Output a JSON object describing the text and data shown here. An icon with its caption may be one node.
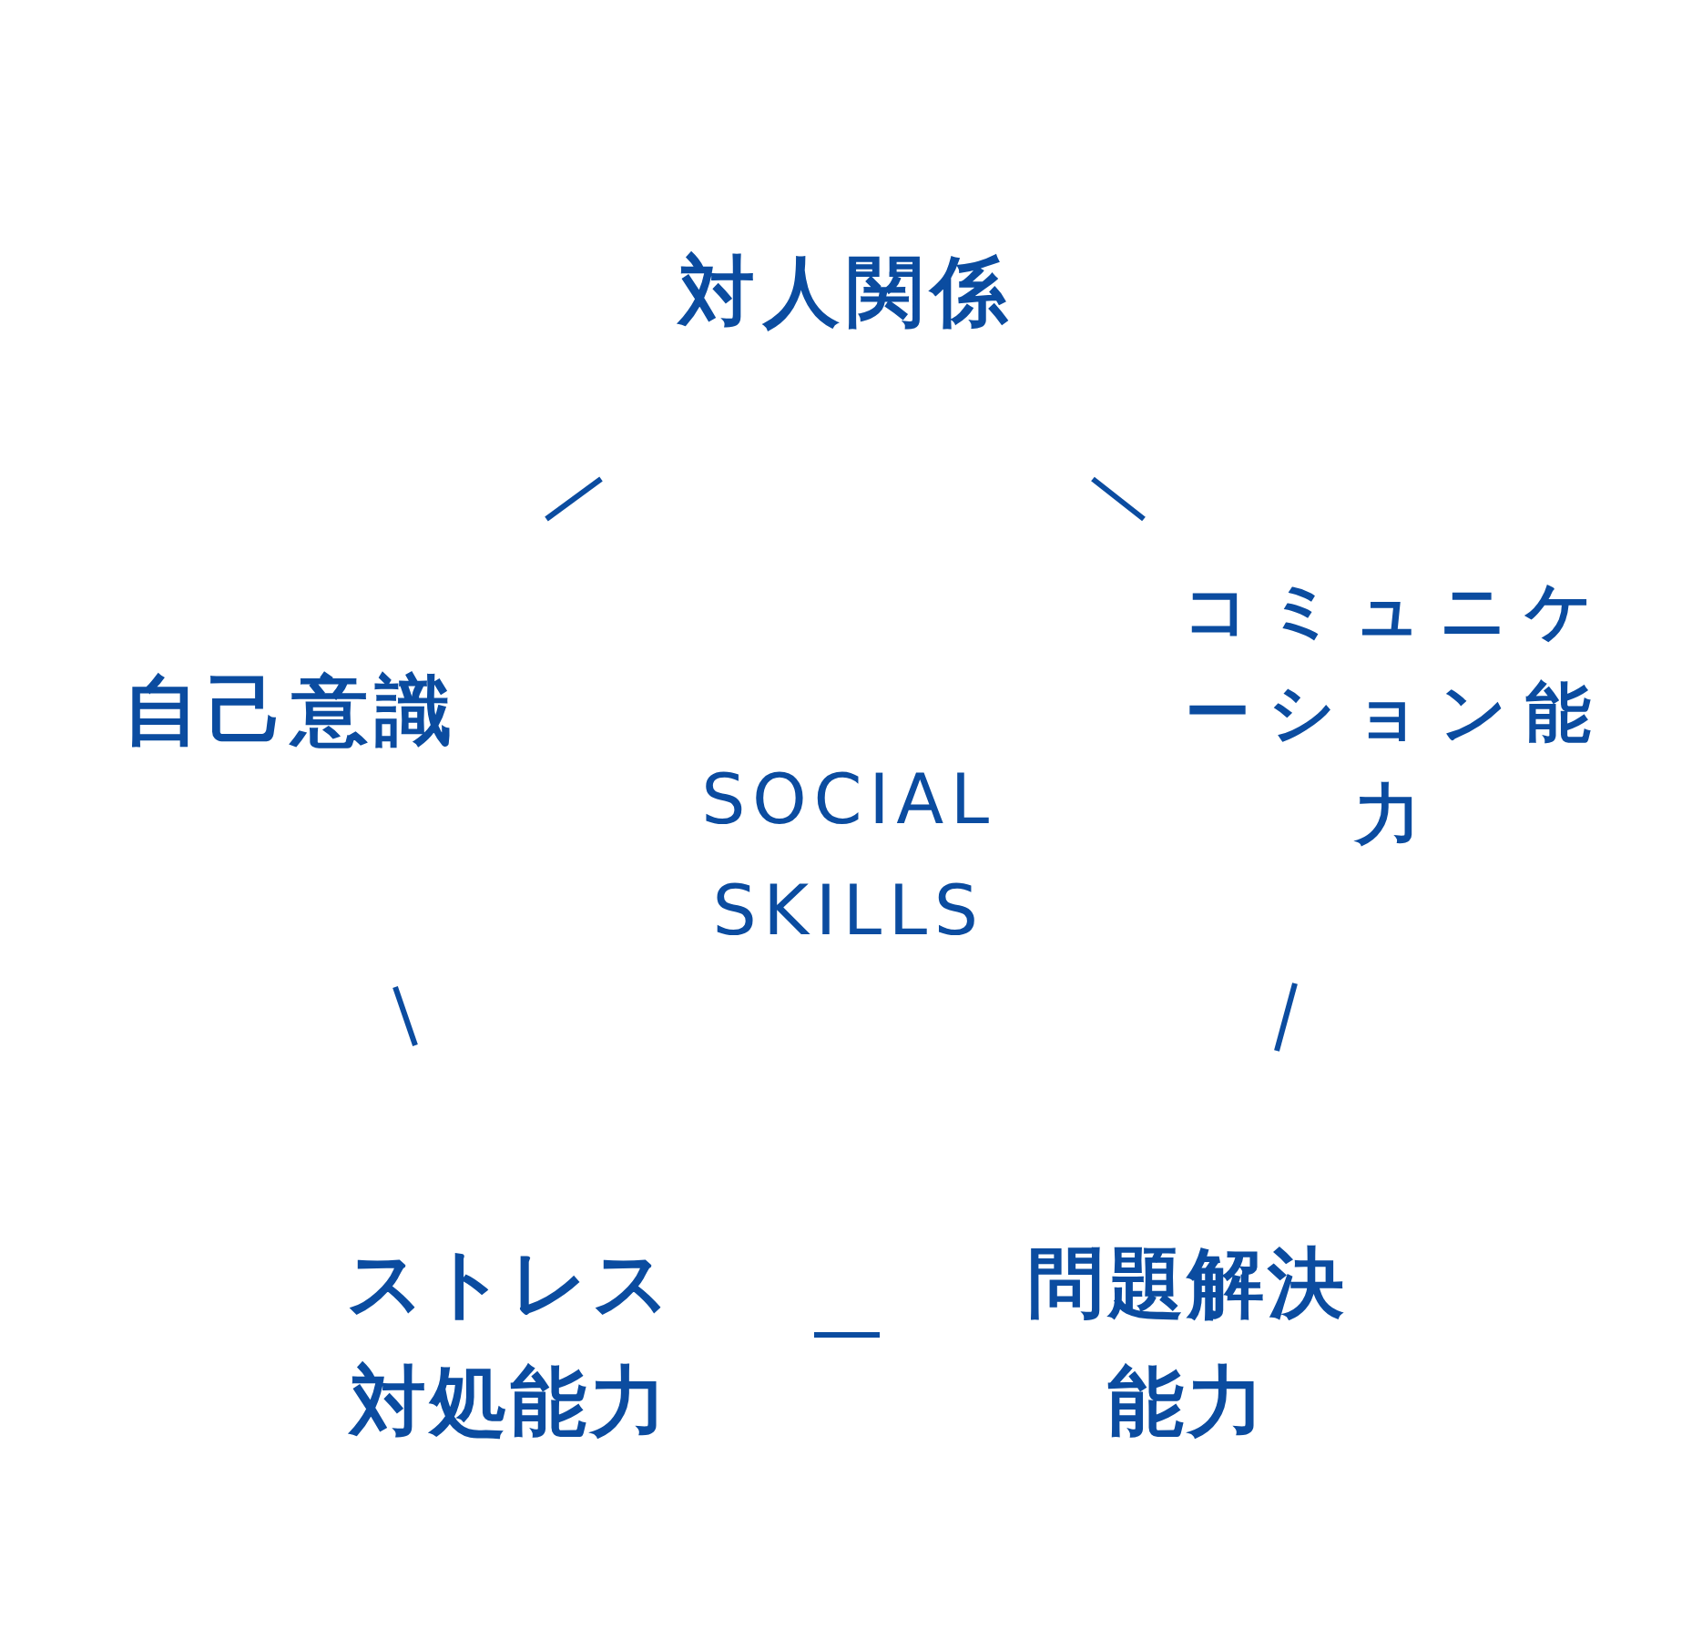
{
  "diagram": {
    "nodes": [
      {
        "text": [
          "対人関係"
        ]
      },
      {
        "text": [
          "コミュニケーション能力"
        ]
      },
      {
        "text": [
          "問題解決能力"
        ]
      },
      {
        "text": [
          "ストレス対処能力"
        ]
      },
      {
        "text": [
          "自己意識"
        ]
      },
      {
        "text": [
          "SOCIAL SKILLS"
        ]
      }
    ]
  }
}
